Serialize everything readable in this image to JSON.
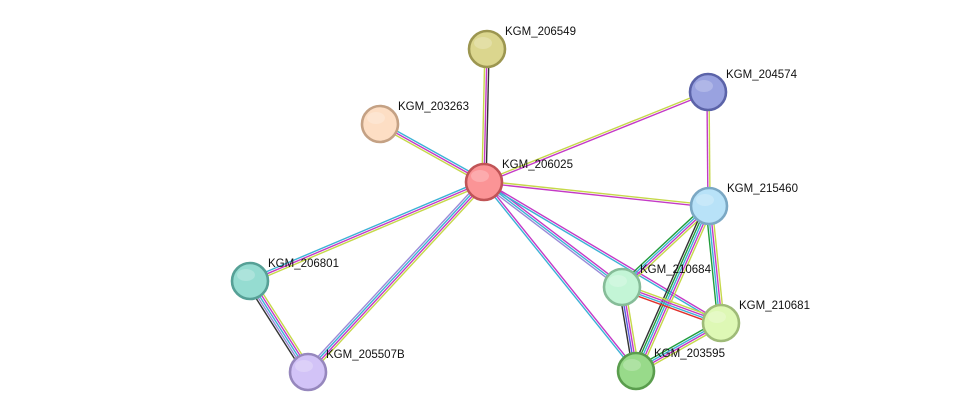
{
  "network": {
    "nodes": [
      {
        "id": "KGM_206549",
        "label": "KGM_206549",
        "fill": "#dbd68e",
        "stroke": "#9c9650"
      },
      {
        "id": "KGM_203263",
        "label": "KGM_203263",
        "fill": "#fddec4",
        "stroke": "#c4a184"
      },
      {
        "id": "KGM_204574",
        "label": "KGM_204574",
        "fill": "#99a2e0",
        "stroke": "#5b63a8"
      },
      {
        "id": "KGM_206025",
        "label": "KGM_206025",
        "fill": "#fb9496",
        "stroke": "#c05456"
      },
      {
        "id": "KGM_215460",
        "label": "KGM_215460",
        "fill": "#b8e2f8",
        "stroke": "#7ba8c4"
      },
      {
        "id": "KGM_206801",
        "label": "KGM_206801",
        "fill": "#95dcd1",
        "stroke": "#56a096"
      },
      {
        "id": "KGM_210684",
        "label": "KGM_210684",
        "fill": "#c3f5d6",
        "stroke": "#86bc98"
      },
      {
        "id": "KGM_210681",
        "label": "KGM_210681",
        "fill": "#def8b5",
        "stroke": "#9fbb78"
      },
      {
        "id": "KGM_205507B",
        "label": "KGM_205507B",
        "fill": "#d2c3f7",
        "stroke": "#9687bd"
      },
      {
        "id": "KGM_203595",
        "label": "KGM_203595",
        "fill": "#98da8a",
        "stroke": "#5a9d4d"
      }
    ],
    "edge_colors": {
      "yellow": "#c6d84a",
      "magenta": "#c43ac6",
      "cyan": "#3cb2d6",
      "blue": "#5a5ae0",
      "green": "#1f9c3a",
      "red": "#e0302c",
      "black": "#333333",
      "lavender": "#9a8ad8"
    },
    "edges": [
      {
        "source": "KGM_206025",
        "target": "KGM_206549",
        "types": [
          "yellow",
          "magenta",
          "black"
        ]
      },
      {
        "source": "KGM_206025",
        "target": "KGM_203263",
        "types": [
          "yellow",
          "magenta",
          "cyan"
        ]
      },
      {
        "source": "KGM_206025",
        "target": "KGM_204574",
        "types": [
          "yellow",
          "magenta"
        ]
      },
      {
        "source": "KGM_206025",
        "target": "KGM_215460",
        "types": [
          "yellow",
          "magenta"
        ]
      },
      {
        "source": "KGM_206025",
        "target": "KGM_206801",
        "types": [
          "yellow",
          "magenta",
          "cyan"
        ]
      },
      {
        "source": "KGM_206025",
        "target": "KGM_205507B",
        "types": [
          "yellow",
          "magenta",
          "cyan",
          "lavender"
        ]
      },
      {
        "source": "KGM_206025",
        "target": "KGM_210684",
        "types": [
          "magenta",
          "cyan",
          "lavender"
        ]
      },
      {
        "source": "KGM_206025",
        "target": "KGM_210681",
        "types": [
          "magenta",
          "cyan"
        ]
      },
      {
        "source": "KGM_206025",
        "target": "KGM_203595",
        "types": [
          "magenta",
          "cyan"
        ]
      },
      {
        "source": "KGM_204574",
        "target": "KGM_215460",
        "types": [
          "yellow",
          "magenta"
        ]
      },
      {
        "source": "KGM_215460",
        "target": "KGM_210684",
        "types": [
          "yellow",
          "magenta",
          "cyan",
          "green"
        ]
      },
      {
        "source": "KGM_215460",
        "target": "KGM_210681",
        "types": [
          "yellow",
          "magenta",
          "cyan",
          "green"
        ]
      },
      {
        "source": "KGM_215460",
        "target": "KGM_203595",
        "types": [
          "yellow",
          "magenta",
          "cyan",
          "green",
          "black"
        ]
      },
      {
        "source": "KGM_210684",
        "target": "KGM_210681",
        "types": [
          "yellow",
          "magenta",
          "cyan",
          "red"
        ]
      },
      {
        "source": "KGM_210684",
        "target": "KGM_203595",
        "types": [
          "yellow",
          "magenta",
          "blue",
          "black"
        ]
      },
      {
        "source": "KGM_210681",
        "target": "KGM_203595",
        "types": [
          "yellow",
          "magenta",
          "cyan",
          "green"
        ]
      },
      {
        "source": "KGM_206801",
        "target": "KGM_205507B",
        "types": [
          "yellow",
          "magenta",
          "cyan",
          "lavender",
          "black"
        ]
      }
    ]
  }
}
